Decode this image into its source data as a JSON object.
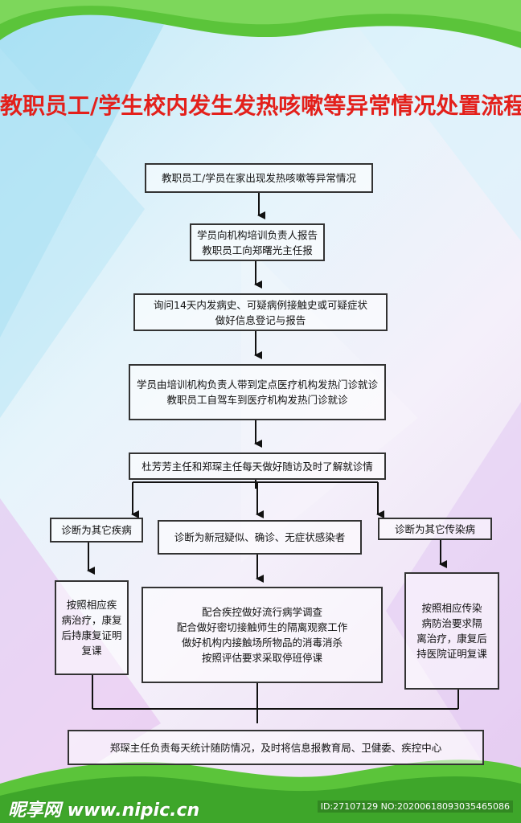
{
  "title": "教职员工/学生校内发生发热咳嗽等异常情况处置流程",
  "steps": {
    "s1": [
      "教职员工/学员在家出现发热咳嗽等异常情况"
    ],
    "s2": [
      "学员向机构培训负责人报告",
      "教职员工向郑曙光主任报"
    ],
    "s3": [
      "询问14天内发病史、可疑病例接触史或可疑症状",
      "做好信息登记与报告"
    ],
    "s4": [
      "学员由培训机构负责人带到定点医疗机构发热门诊就诊",
      "教职员工自驾车到医疗机构发热门诊就诊"
    ],
    "s5": [
      "杜芳芳主任和郑琛主任每天做好随访及时了解就诊情"
    ],
    "left_diag": [
      "诊断为其它疾病"
    ],
    "mid_diag": [
      "诊断为新冠疑似、确诊、无症状感染者"
    ],
    "right_diag": [
      "诊断为其它传染病"
    ],
    "left_action": [
      "按照相应疾",
      "病治疗，康复",
      "后持康复证明",
      "复课"
    ],
    "mid_action": [
      "配合疾控做好流行病学调查",
      "配合做好密切接触师生的隔离观察工作",
      "做好机构内接触场所物品的消毒消杀",
      "按照评估要求采取停班停课"
    ],
    "right_action": [
      "按照相应传染",
      "病防治要求隔",
      "离治疗，康复后",
      "持医院证明复课"
    ],
    "final": [
      "郑琛主任负责每天统计随防情况，及时将信息报教育局、卫健委、疾控中心"
    ]
  },
  "footer": {
    "logo": "昵享网 www.nipic.cn",
    "id": "ID:27107129 NO:20200618093035465086"
  }
}
